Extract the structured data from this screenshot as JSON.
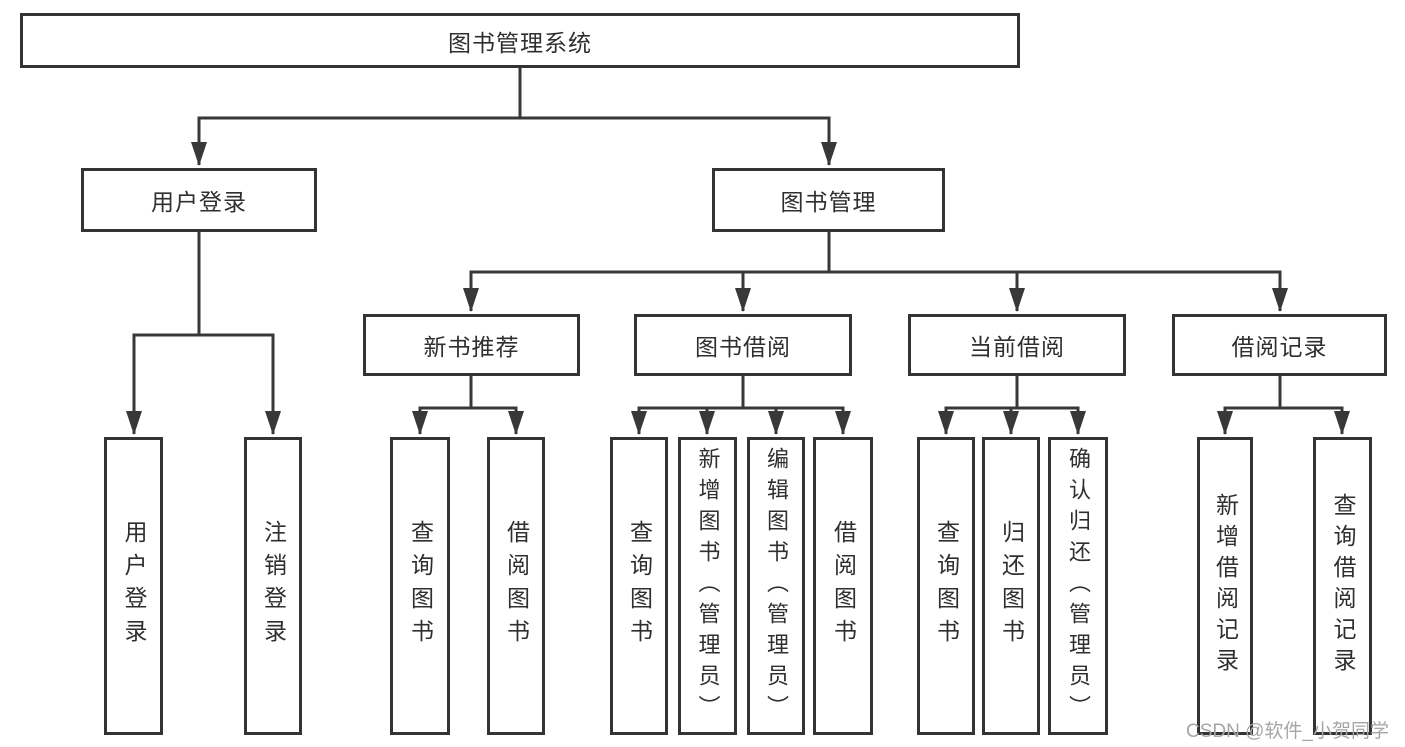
{
  "colors": {
    "line": "#383838",
    "border": "#333333",
    "text": "#2f2f2f",
    "watermark_text": "#a6a6a6",
    "background": "#ffffff"
  },
  "tree": {
    "root": "图书管理系统",
    "user_login": {
      "label": "用户登录",
      "children": [
        "用户登录",
        "注销登录"
      ]
    },
    "book_mgmt": {
      "label": "图书管理",
      "sections": [
        {
          "label": "新书推荐",
          "children": [
            "查询图书",
            "借阅图书"
          ]
        },
        {
          "label": "图书借阅",
          "children": [
            "查询图书",
            "新增图书（管理员）",
            "编辑图书（管理员）",
            "借阅图书"
          ]
        },
        {
          "label": "当前借阅",
          "children": [
            "查询图书",
            "归还图书",
            "确认归还（管理员）"
          ]
        },
        {
          "label": "借阅记录",
          "children": [
            "新增借阅记录",
            "查询借阅记录"
          ]
        }
      ]
    }
  },
  "watermark": "CSDN @软件_小贺同学"
}
